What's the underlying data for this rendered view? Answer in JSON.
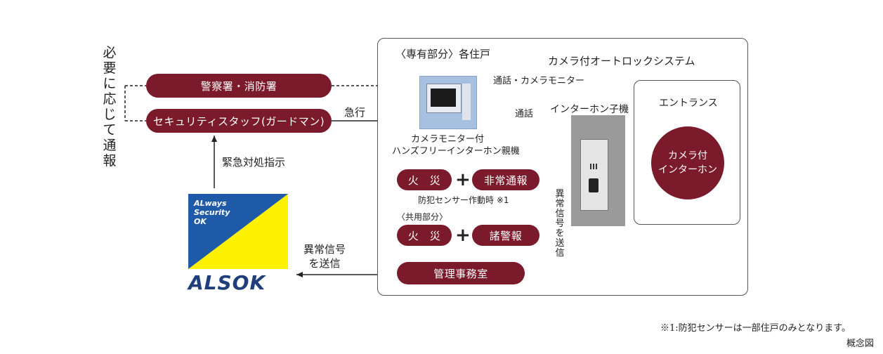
{
  "left_vertical_label": "必要に応じて通報",
  "pills": {
    "police_fire": "警察署・消防署",
    "security_staff": "セキュリティスタッフ(ガードマン)",
    "fire1": "火　災",
    "emergency_report": "非常通報",
    "fire2": "火　災",
    "alarms": "諸警報",
    "management_office": "管理事務室",
    "camera_intercom": "カメラ付\nインターホン"
  },
  "labels": {
    "rush": "急行",
    "emergency_instruction": "緊急対処指示",
    "abnormal_signal": "異常信号\nを送信",
    "private_area": "〈専有部分〉各住戸",
    "system_title": "カメラ付オートロックシステム",
    "call_camera": "通話・カメラモニター",
    "call": "通話",
    "intercom_sub": "インターホン子機",
    "entrance": "エントランス",
    "monitor_caption": "カメラモニター付\nハンズフリーインターホン親機",
    "sensor_note": "防犯センサー作動時 ※1",
    "common_area": "〈共用部分〉",
    "send_abnormal_vertical": "異常信号を送信",
    "footnote": "※1:防犯センサーは一部住戸のみとなります。",
    "concept": "概念図"
  },
  "logo": {
    "tagline_1": "ALways",
    "tagline_2": "Security",
    "tagline_3": "OK",
    "brand": "ALSOK",
    "colors": {
      "blue": "#1f5aa8",
      "yellow": "#fff200",
      "navy": "#1f3f7a"
    }
  },
  "colors": {
    "pill": "#7b1a2b"
  }
}
